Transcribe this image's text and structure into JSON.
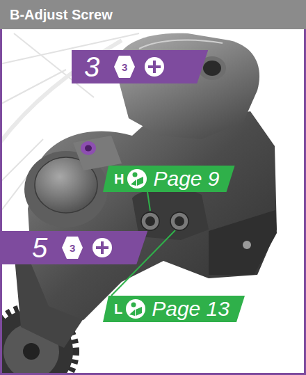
{
  "diagram": {
    "title": "B-Adjust Screw",
    "nodes": [
      {
        "text": [
          "3"
        ]
      },
      {
        "text": [
          "3"
        ],
        "in": 0
      },
      {
        "text": [
          "H",
          "Page 9"
        ]
      },
      {
        "text": [
          "5"
        ]
      },
      {
        "text": [
          "3"
        ],
        "in": 3
      },
      {
        "text": [
          "L",
          "Page 13"
        ]
      }
    ]
  }
}
